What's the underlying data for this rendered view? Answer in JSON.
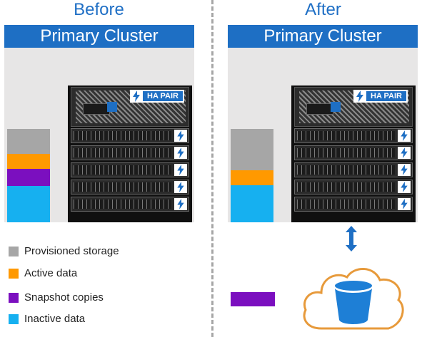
{
  "before": {
    "heading": "Before",
    "cluster_title": "Primary Cluster",
    "badge": "HA PAIR",
    "stack": {
      "provisioned": 0.27,
      "active": 0.16,
      "snapshot": 0.18,
      "inactive": 0.39
    }
  },
  "after": {
    "heading": "After",
    "cluster_title": "Primary Cluster",
    "badge": "HA PAIR",
    "stack": {
      "provisioned": 0.44,
      "active": 0.16,
      "inactive": 0.4
    }
  },
  "legend": [
    {
      "label": "Provisioned storage",
      "color": "#a6a6a6"
    },
    {
      "label": "Active data",
      "color": "#ff9900"
    },
    {
      "label": "Snapshot copies",
      "color": "#7b0fbf"
    },
    {
      "label": "Inactive data",
      "color": "#16b0f0"
    }
  ],
  "icons": [
    "bolt-icon",
    "netapp-logo-icon",
    "bidirectional-arrow-icon",
    "cloud-bucket-icon"
  ],
  "colors": {
    "accent_blue": "#1e6fc4",
    "heading_blue": "#1f6fc5",
    "cloud_outline": "#e79a3b",
    "bucket_blue": "#1e7fd6"
  }
}
